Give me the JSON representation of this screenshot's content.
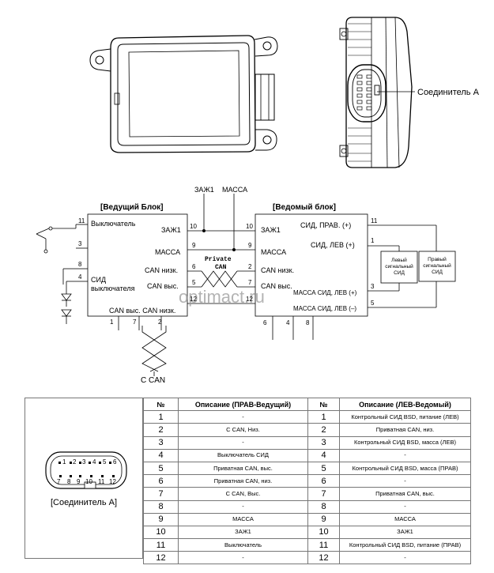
{
  "connector_callout": "Соединитель A",
  "diagram": {
    "master_title": "[Ведущий Блок]",
    "slave_title": "[Ведомый блок]",
    "top_labels": {
      "ign": "ЗАЖ1",
      "ground": "МАССА"
    },
    "bottom_label": "C CAN",
    "private_can": [
      "Private",
      "CAN"
    ],
    "watermark": "optimact.ru",
    "master": {
      "switch": "Выключатель",
      "ign": "ЗАЖ1",
      "ground": "МАССА",
      "can_low": "CAN низк.",
      "can_high": "CAN выс.",
      "led_line1": "СИД",
      "led_line2": "выключателя",
      "bottom_can": "CAN выс. CAN низк.",
      "pins": [
        "11",
        "3",
        "8",
        "4",
        "10",
        "9",
        "6",
        "5",
        "12",
        "1",
        "7",
        "2"
      ]
    },
    "slave": {
      "ign": "ЗАЖ1",
      "ground": "МАССА",
      "can_low": "CAN низк.",
      "can_high": "CAN выс.",
      "led_right": "СИД, ПРАВ. (+)",
      "led_left": "СИД, ЛЕВ (+)",
      "gnd_led_left": "МАССА СИД, ЛЕВ (+)",
      "gnd_led_right": "МАССА СИД, ЛЕВ (–)",
      "pins": [
        "10",
        "9",
        "2",
        "7",
        "12",
        "11",
        "1",
        "3",
        "5",
        "6",
        "4",
        "8"
      ]
    },
    "left_lamp": [
      "Левый",
      "сигнальный",
      "СИД"
    ],
    "right_lamp": [
      "Правый",
      "сигнальный",
      "СИД"
    ]
  },
  "connector": {
    "label": "[Соединитель A]",
    "row_top": [
      "1",
      "2",
      "3",
      "4",
      "5",
      "6"
    ],
    "row_bottom": [
      "7",
      "8",
      "9",
      "10",
      "11",
      "12"
    ]
  },
  "table": {
    "headers": [
      "№",
      "Описание (ПРАВ-Ведущий)",
      "№",
      "Описание (ЛЕВ-Ведомый)"
    ],
    "rows": [
      [
        "1",
        "-",
        "1",
        "Контрольный СИД BSD, питание (ЛЕВ)"
      ],
      [
        "2",
        "C CAN, Низ.",
        "2",
        "Приватная CAN, низ."
      ],
      [
        "3",
        "-",
        "3",
        "Контрольный СИД BSD, масса (ЛЕВ)"
      ],
      [
        "4",
        "Выключатель СИД",
        "4",
        "-"
      ],
      [
        "5",
        "Приватная CAN, выс.",
        "5",
        "Контрольный СИД BSD, масса (ПРАВ)"
      ],
      [
        "6",
        "Приватная CAN, низ.",
        "6",
        "-"
      ],
      [
        "7",
        "C CAN, Выс.",
        "7",
        "Приватная CAN, выс."
      ],
      [
        "8",
        "-",
        "8",
        "-"
      ],
      [
        "9",
        "МАССА",
        "9",
        "МАССА"
      ],
      [
        "10",
        "ЗАЖ1",
        "10",
        "ЗАЖ1"
      ],
      [
        "11",
        "Выключатель",
        "11",
        "Контрольный СИД BSD, питание (ПРАВ)"
      ],
      [
        "12",
        "-",
        "12",
        "-"
      ]
    ]
  }
}
